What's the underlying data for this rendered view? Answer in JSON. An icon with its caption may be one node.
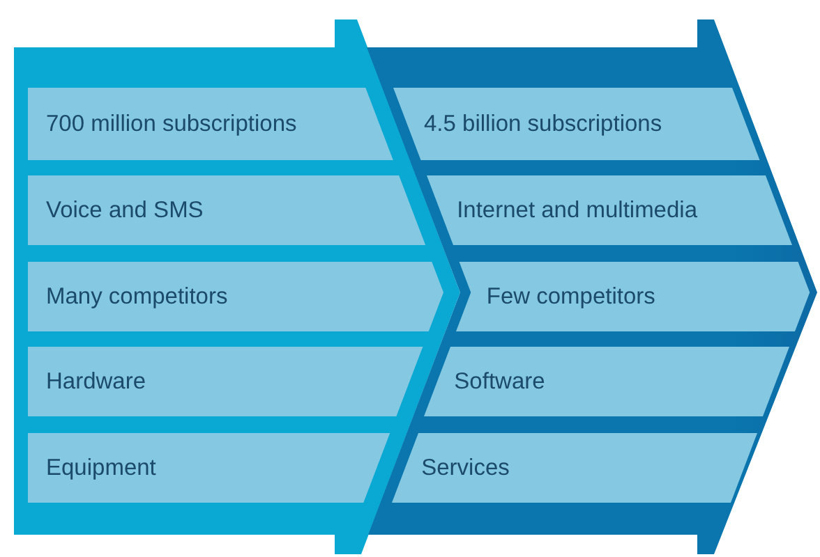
{
  "diagram": {
    "nodes": [
      {
        "text": [],
        "shape": "chevron"
      },
      {
        "text": [
          "700 million subscriptions"
        ],
        "in": 0
      },
      {
        "text": [
          "Voice and SMS"
        ],
        "in": 0
      },
      {
        "text": [
          "Many competitors"
        ],
        "in": 0
      },
      {
        "text": [
          "Hardware"
        ],
        "in": 0
      },
      {
        "text": [
          "Equipment"
        ],
        "in": 0
      },
      {
        "text": [],
        "shape": "chevron"
      },
      {
        "text": [
          "4.5 billion subscriptions"
        ],
        "in": 6
      },
      {
        "text": [
          "Internet and multimedia"
        ],
        "in": 6
      },
      {
        "text": [
          "Few competitors"
        ],
        "in": 6
      },
      {
        "text": [
          "Software"
        ],
        "in": 6
      },
      {
        "text": [
          "Services"
        ],
        "in": 6
      }
    ]
  }
}
